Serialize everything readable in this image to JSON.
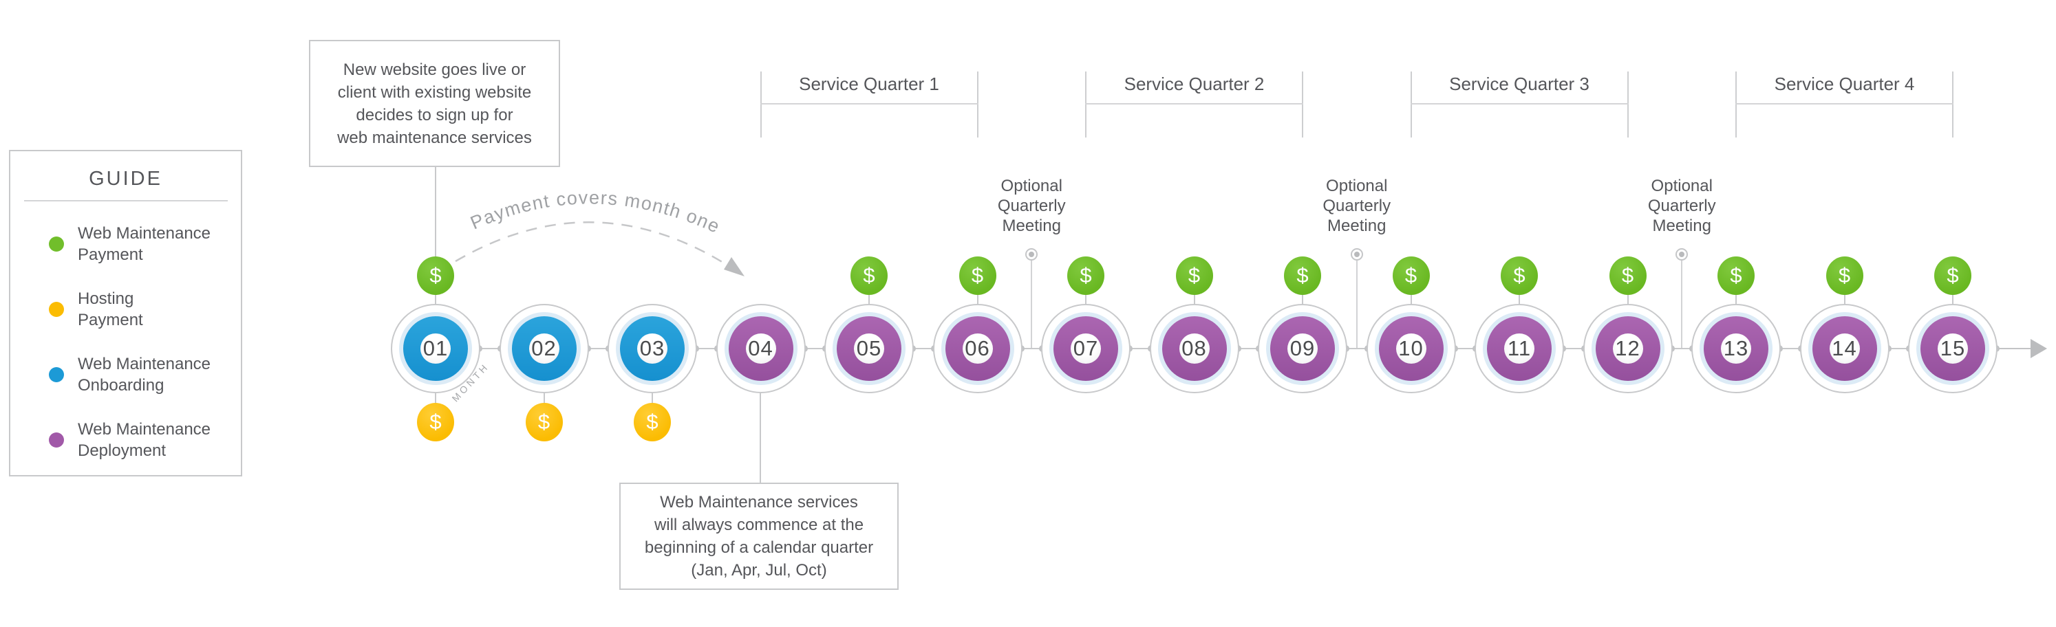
{
  "colors": {
    "green": "#71BE2B",
    "yellow": "#FBBC02",
    "blue": "#1C9AD6",
    "purple": "#A159A8",
    "line_gray": "#C8C9CB",
    "text_dark": "#55565A",
    "text_light": "#9FA1A4",
    "halo_blue": "#DCEBF6"
  },
  "guide": {
    "title": "GUIDE",
    "items": [
      {
        "label": "Web Maintenance\nPayment",
        "color": "#71BE2B"
      },
      {
        "label": "Hosting\nPayment",
        "color": "#FBBC02"
      },
      {
        "label": "Web Maintenance\nOnboarding",
        "color": "#1C9AD6"
      },
      {
        "label": "Web Maintenance\nDeployment",
        "color": "#A159A8"
      }
    ]
  },
  "callouts": {
    "start": "New website goes live or\nclient with existing website\ndecides to sign up for\nweb maintenance services",
    "commence": "Web Maintenance services\nwill always commence at the\nbeginning of a calendar quarter\n(Jan, Apr, Jul, Oct)"
  },
  "arc_note": "Payment covers month one",
  "month_axis_label": "MONTH",
  "currency_symbol": "$",
  "months": [
    {
      "num": "01",
      "phase": "onboarding",
      "web_maintenance_payment": true,
      "hosting_payment": true
    },
    {
      "num": "02",
      "phase": "onboarding",
      "web_maintenance_payment": false,
      "hosting_payment": true
    },
    {
      "num": "03",
      "phase": "onboarding",
      "web_maintenance_payment": false,
      "hosting_payment": true
    },
    {
      "num": "04",
      "phase": "deployment",
      "web_maintenance_payment": false,
      "hosting_payment": false
    },
    {
      "num": "05",
      "phase": "deployment",
      "web_maintenance_payment": true,
      "hosting_payment": false
    },
    {
      "num": "06",
      "phase": "deployment",
      "web_maintenance_payment": true,
      "hosting_payment": false
    },
    {
      "num": "07",
      "phase": "deployment",
      "web_maintenance_payment": true,
      "hosting_payment": false
    },
    {
      "num": "08",
      "phase": "deployment",
      "web_maintenance_payment": true,
      "hosting_payment": false
    },
    {
      "num": "09",
      "phase": "deployment",
      "web_maintenance_payment": true,
      "hosting_payment": false
    },
    {
      "num": "10",
      "phase": "deployment",
      "web_maintenance_payment": true,
      "hosting_payment": false
    },
    {
      "num": "11",
      "phase": "deployment",
      "web_maintenance_payment": true,
      "hosting_payment": false
    },
    {
      "num": "12",
      "phase": "deployment",
      "web_maintenance_payment": true,
      "hosting_payment": false
    },
    {
      "num": "13",
      "phase": "deployment",
      "web_maintenance_payment": true,
      "hosting_payment": false
    },
    {
      "num": "14",
      "phase": "deployment",
      "web_maintenance_payment": true,
      "hosting_payment": false
    },
    {
      "num": "15",
      "phase": "deployment",
      "web_maintenance_payment": true,
      "hosting_payment": false
    }
  ],
  "quarters": [
    {
      "label": "Service Quarter 1",
      "from_month": 4,
      "to_month": 6
    },
    {
      "label": "Service Quarter 2",
      "from_month": 7,
      "to_month": 9
    },
    {
      "label": "Service Quarter 3",
      "from_month": 10,
      "to_month": 12
    },
    {
      "label": "Service Quarter 4",
      "from_month": 13,
      "to_month": 15
    }
  ],
  "meetings": [
    {
      "label": "Optional\nQuarterly\nMeeting",
      "between_months": [
        6,
        7
      ]
    },
    {
      "label": "Optional\nQuarterly\nMeeting",
      "between_months": [
        9,
        10
      ]
    },
    {
      "label": "Optional\nQuarterly\nMeeting",
      "between_months": [
        12,
        13
      ]
    }
  ]
}
